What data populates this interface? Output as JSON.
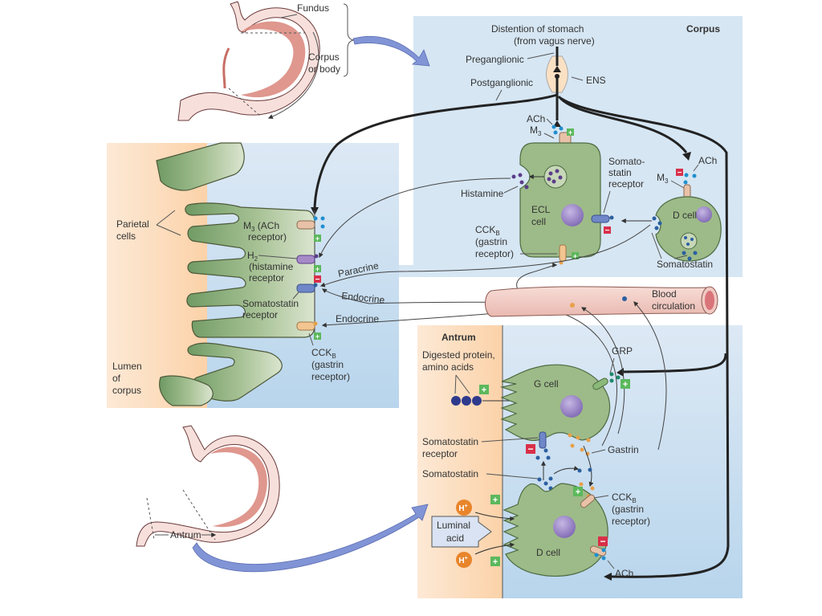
{
  "colors": {
    "panel_blue": "#d6e6f3",
    "panel_blue_dark": "#b7d6ec",
    "lumen_orange": "#fbd7b3",
    "cell_green": "#9dbb88",
    "cell_green_dark": "#6f9a63",
    "nucleus_purple": "#9c88c4",
    "ach_dot": "#1f8fcf",
    "histamine_dot": "#5a3d8a",
    "somatostatin_dot": "#2b5fa0",
    "gastrin_dot": "#e8a04a",
    "grp_dot": "#1e8a6a",
    "plus_green": "#5cb85c",
    "minus_red": "#d9304a",
    "arrow_blue": "#8194d6",
    "vessel_pink": "#f1c9c2"
  },
  "stomach_top": {
    "fundus": "Fundus",
    "corpus_line1": "Corpus",
    "corpus_line2": "or body"
  },
  "stomach_bottom": {
    "antrum": "Antrum"
  },
  "corpus_panel": {
    "title": "Corpus",
    "distention_line1": "Distention of stomach",
    "distention_line2": "(from vagus nerve)",
    "preganglionic": "Preganglionic",
    "postganglionic": "Postganglionic",
    "ens": "ENS",
    "ach_top": "ACh",
    "m3_top": "M",
    "m3_sub": "3",
    "histamine": "Histamine",
    "ecl_line1": "ECL",
    "ecl_line2": "cell",
    "somato_receptor_l1": "Somato-",
    "somato_receptor_l2": "statin",
    "somato_receptor_l3": "receptor",
    "cckb_l1": "CCK",
    "cckb_sub": "B",
    "cckb_l2": "(gastrin",
    "cckb_l3": "receptor)",
    "dcell": "D cell",
    "ach_d": "ACh",
    "m3_d": "M",
    "m3_d_sub": "3",
    "somatostatin": "Somatostatin"
  },
  "parietal_panel": {
    "parietal_l1": "Parietal",
    "parietal_l2": "cells",
    "m3_l1": "M",
    "m3_sub": "3",
    "m3_l1_rest": " (ACh",
    "m3_l2": "receptor)",
    "h2_l1": "H",
    "h2_sub": "2",
    "h2_l2": "(histamine",
    "h2_l3": "receptor",
    "somato_l1": "Somatostatin",
    "somato_l2": "receptor",
    "cckb_l1": "CCK",
    "cckb_sub": "B",
    "cckb_l2": "(gastrin",
    "cckb_l3": "receptor)",
    "lumen_l1": "Lumen",
    "lumen_l2": "of",
    "lumen_l3": "corpus",
    "paracrine": "Paracrine",
    "endocrine1": "Endocrine",
    "endocrine2": "Endocrine"
  },
  "blood": {
    "line1": "Blood",
    "line2": "circulation"
  },
  "antrum_panel": {
    "title": "Antrum",
    "protein_l1": "Digested protein,",
    "protein_l2": "amino acids",
    "gcell": "G cell",
    "grp": "GRP",
    "somato_receptor_l1": "Somatostatin",
    "somato_receptor_l2": "receptor",
    "gastrin": "Gastrin",
    "somatostatin": "Somatostatin",
    "cckb_l1": "CCK",
    "cckb_sub": "B",
    "cckb_l2": "(gastrin",
    "cckb_l3": "receptor)",
    "h_plus": "H",
    "h_sup": "+",
    "luminal_l1": "Luminal",
    "luminal_l2": "acid",
    "dcell": "D cell",
    "ach": "ACh"
  },
  "signs": {
    "plus": "+",
    "minus": "−"
  }
}
